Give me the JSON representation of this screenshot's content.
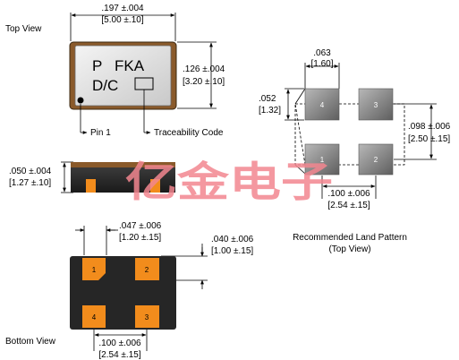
{
  "views": {
    "top": "Top View",
    "bottom": "Bottom View",
    "land_pattern_line1": "Recommended Land Pattern",
    "land_pattern_line2": "(Top View)"
  },
  "marking": {
    "line1a": "P",
    "line1b": "FKA",
    "line2": "D/C"
  },
  "callouts": {
    "pin1": "Pin 1",
    "traceability": "Traceability Code"
  },
  "dimensions": {
    "top_width_in": ".197 ±.004",
    "top_width_mm": "[5.00 ±.10]",
    "top_height_in": ".126 ±.004",
    "top_height_mm": "[3.20 ±.10]",
    "side_height_in": ".050 ±.004",
    "side_height_mm": "[1.27 ±.10]",
    "pad_width_in": ".047 ±.006",
    "pad_width_mm": "[1.20 ±.15]",
    "pad_height_in": ".040 ±.006",
    "pad_height_mm": "[1.00 ±.15]",
    "bottom_pitch_in": ".100 ±.006",
    "bottom_pitch_mm": "[2.54 ±.15]",
    "land_width_in": ".063",
    "land_width_mm": "[1.60]",
    "land_height_in": ".052",
    "land_height_mm": "[1.32]",
    "land_vpitch_in": ".098 ±.006",
    "land_vpitch_mm": "[2.50 ±.15]",
    "land_hpitch_in": ".100 ±.006",
    "land_hpitch_mm": "[2.54 ±.15]"
  },
  "land_pads": [
    "4",
    "3",
    "1",
    "2"
  ],
  "bottom_pads": [
    "1",
    "2",
    "4",
    "3"
  ],
  "watermark": "亿金电子",
  "colors": {
    "body_bronze": "#8a5a2b",
    "lid": "#e4e4e4",
    "pad_orange": "#f28c1c",
    "ceramic_dark": "#2a2a2a",
    "land_gray": "#7f7f7f",
    "watermark": "#f2868f"
  }
}
